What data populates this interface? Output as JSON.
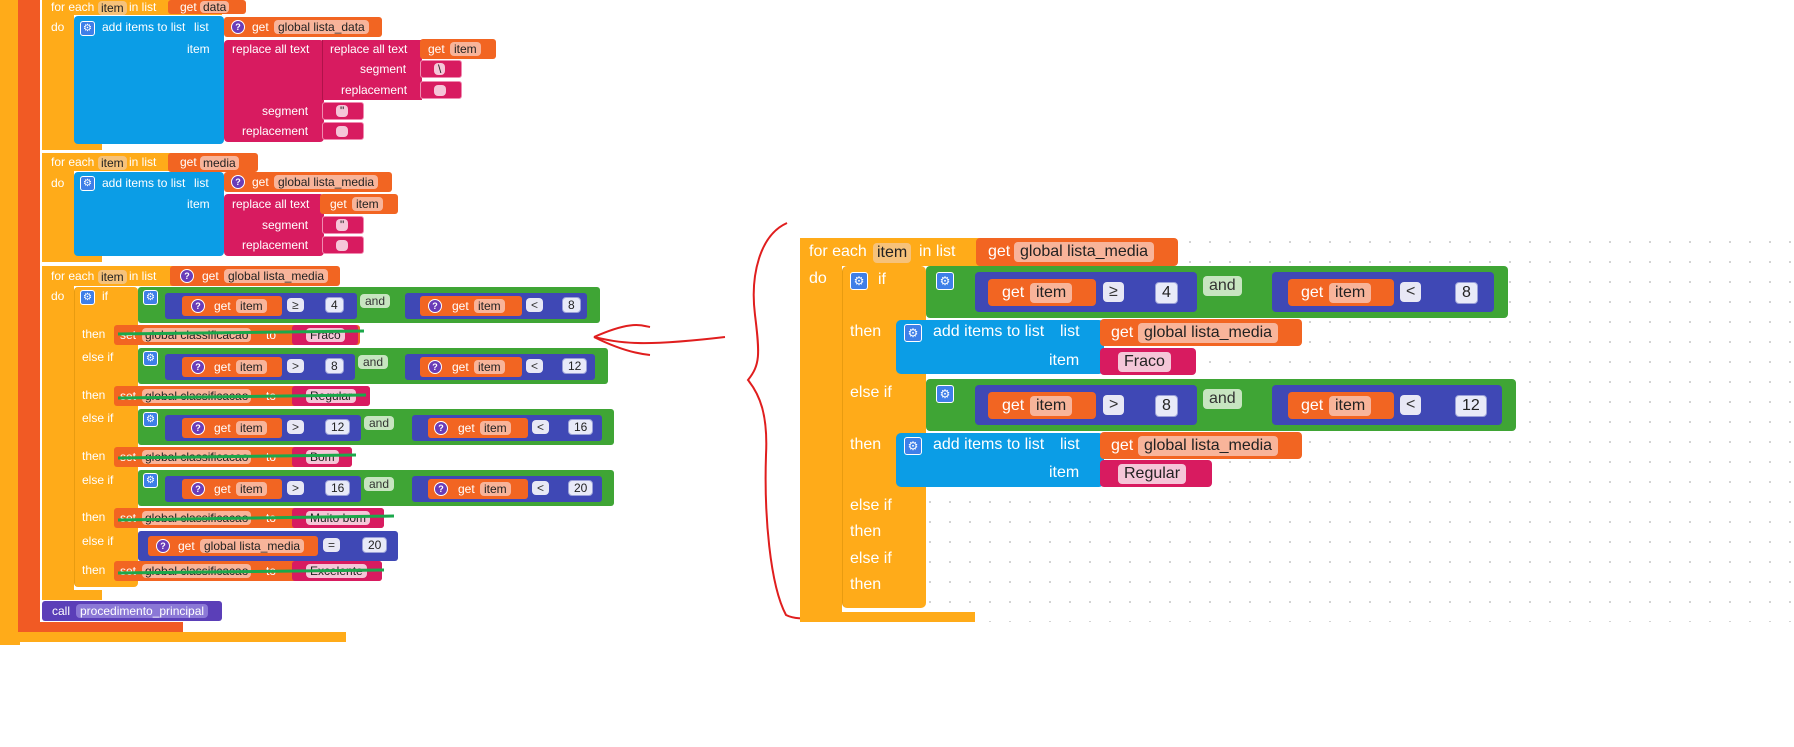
{
  "left": {
    "loop1": {
      "for_each": "for each",
      "item": "item",
      "in_list": "in list",
      "get": "get",
      "list_var": "data",
      "do": "do",
      "add_items": "add items to list",
      "list_lbl": "list",
      "global_list": "global lista_data",
      "item_lbl": "item",
      "replace_all": "replace all text",
      "replace_all_inner": "replace all text",
      "get_item": "item",
      "segment": "segment",
      "replacement": "replacement",
      "seg_val_inner": "\\",
      "seg_val_outer": "\""
    },
    "loop2": {
      "for_each": "for each",
      "item": "item",
      "in_list": "in list",
      "get": "get",
      "list_var": "media",
      "do": "do",
      "add_items": "add items to list",
      "list_lbl": "list",
      "global_list": "global lista_media",
      "item_lbl": "item",
      "replace_all": "replace all text",
      "get_item": "item",
      "segment": "segment",
      "replacement": "replacement",
      "seg_val": "\""
    },
    "loop3": {
      "for_each": "for each",
      "item": "item",
      "in_list": "in list",
      "get": "get",
      "list_var": "global lista_media",
      "do": "do",
      "if": "if",
      "then": "then",
      "else_if": "else if",
      "and": "and",
      "item_var": "item",
      "global_list": "global lista_media",
      "cond1": {
        "op1": "≥",
        "v1": "4",
        "op2": "<",
        "v2": "8"
      },
      "cond2": {
        "op1": ">",
        "v1": "8",
        "op2": "<",
        "v2": "12"
      },
      "cond3": {
        "op1": ">",
        "v1": "12",
        "op2": "<",
        "v2": "16"
      },
      "cond4": {
        "op1": ">",
        "v1": "16",
        "op2": "<",
        "v2": "20"
      },
      "cond5": {
        "op": "=",
        "v": "20"
      },
      "set": "set",
      "to": "to",
      "set_var": "global classificacao",
      "vals": [
        "Fraco",
        "Regular",
        "Bom",
        "Muito bom",
        "Excelente"
      ]
    },
    "call": "call",
    "procedure": "procedimento_principal"
  },
  "right": {
    "for_each": "for each",
    "item": "item",
    "in_list": "in list",
    "get": "get",
    "list_var": "global lista_media",
    "do": "do",
    "if": "if",
    "then": "then",
    "else_if": "else if",
    "and": "and",
    "cond1": {
      "op1": "≥",
      "v1": "4",
      "op2": "<",
      "v2": "8"
    },
    "cond2": {
      "op1": ">",
      "v1": "8",
      "op2": "<",
      "v2": "12"
    },
    "add_items": "add items to list",
    "list_lbl": "list",
    "item_lbl": "item",
    "global_list": "global lista_media",
    "val1": "Fraco",
    "val2": "Regular"
  },
  "colors": {
    "orange": "#FFAB19",
    "red_orange": "#F15A24",
    "green": "#3FA535",
    "navy": "#3F48B5",
    "cyan": "#0B9DE6",
    "pink": "#D81B60",
    "purple": "#5B3FB8",
    "annotation_red": "#E01E1E",
    "annotation_green": "#1BA84B"
  },
  "icons": [
    "gear-icon",
    "question-icon",
    "dropdown-arrow-icon"
  ]
}
